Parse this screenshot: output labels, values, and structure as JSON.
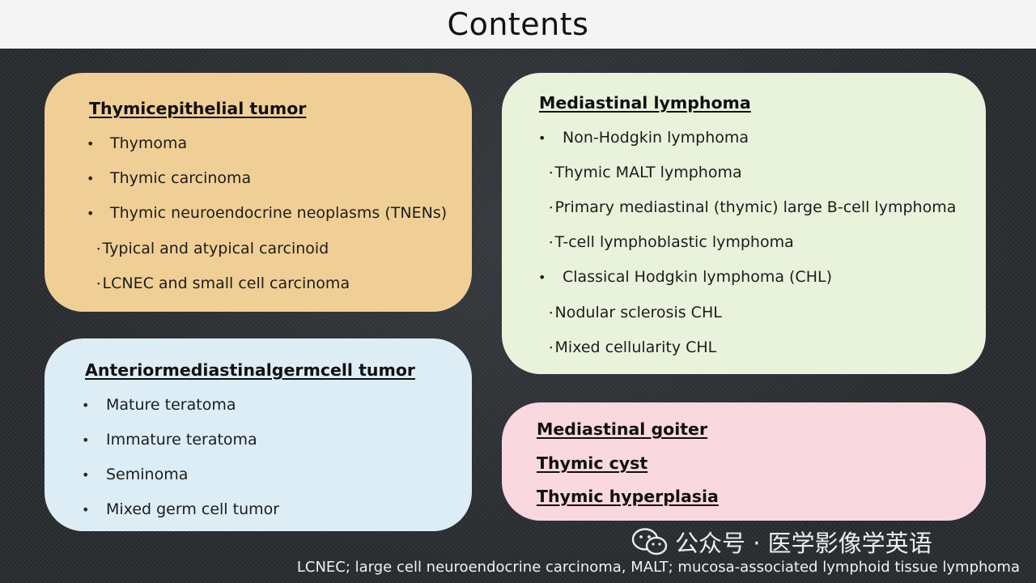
{
  "title": "Contents",
  "epithelial": {
    "heading": "Thymicepithelial tumor",
    "bullets": [
      "Thymoma",
      "Thymic carcinoma",
      "Thymic neuroendocrine neoplasms (TNENs)"
    ],
    "subitems": [
      "Typical and atypical carcinoid",
      "LCNEC and small cell carcinoma"
    ]
  },
  "germ": {
    "heading": "Anteriormediastinalgermcell tumor",
    "bullets": [
      "Mature teratoma",
      "Immature teratoma",
      "Seminoma",
      "Mixed germ cell tumor"
    ]
  },
  "lymphoma": {
    "heading": "Mediastinal lymphoma",
    "bullet_1": "Non-Hodgkin lymphoma",
    "sub_1": [
      "Thymic MALT lymphoma",
      "Primary mediastinal (thymic) large B-cell lymphoma",
      "T-cell lymphoblastic lymphoma"
    ],
    "bullet_2": "Classical Hodgkin lymphoma (CHL)",
    "sub_2": [
      "Nodular sclerosis CHL",
      "Mixed cellularity CHL"
    ]
  },
  "other": {
    "headings": [
      "Mediastinal goiter",
      "Thymic cyst",
      "Thymic hyperplasia"
    ]
  },
  "watermark": "公众号 · 医学影像学英语",
  "footnote": "LCNEC; large cell neuroendocrine carcinoma, MALT; mucosa-associated lymphoid tissue lymphoma",
  "bullet_glyph": "•",
  "sub_glyph": "･",
  "colors": {
    "epithelial_bg": "#f0cf96",
    "germ_bg": "#dcedf6",
    "lymphoma_bg": "#e9f3dc",
    "other_bg": "#f9d8df",
    "title_bar_bg": "#f4f4f4",
    "slide_bg": "#2a2d31"
  },
  "icons": [
    "wechat-icon"
  ]
}
